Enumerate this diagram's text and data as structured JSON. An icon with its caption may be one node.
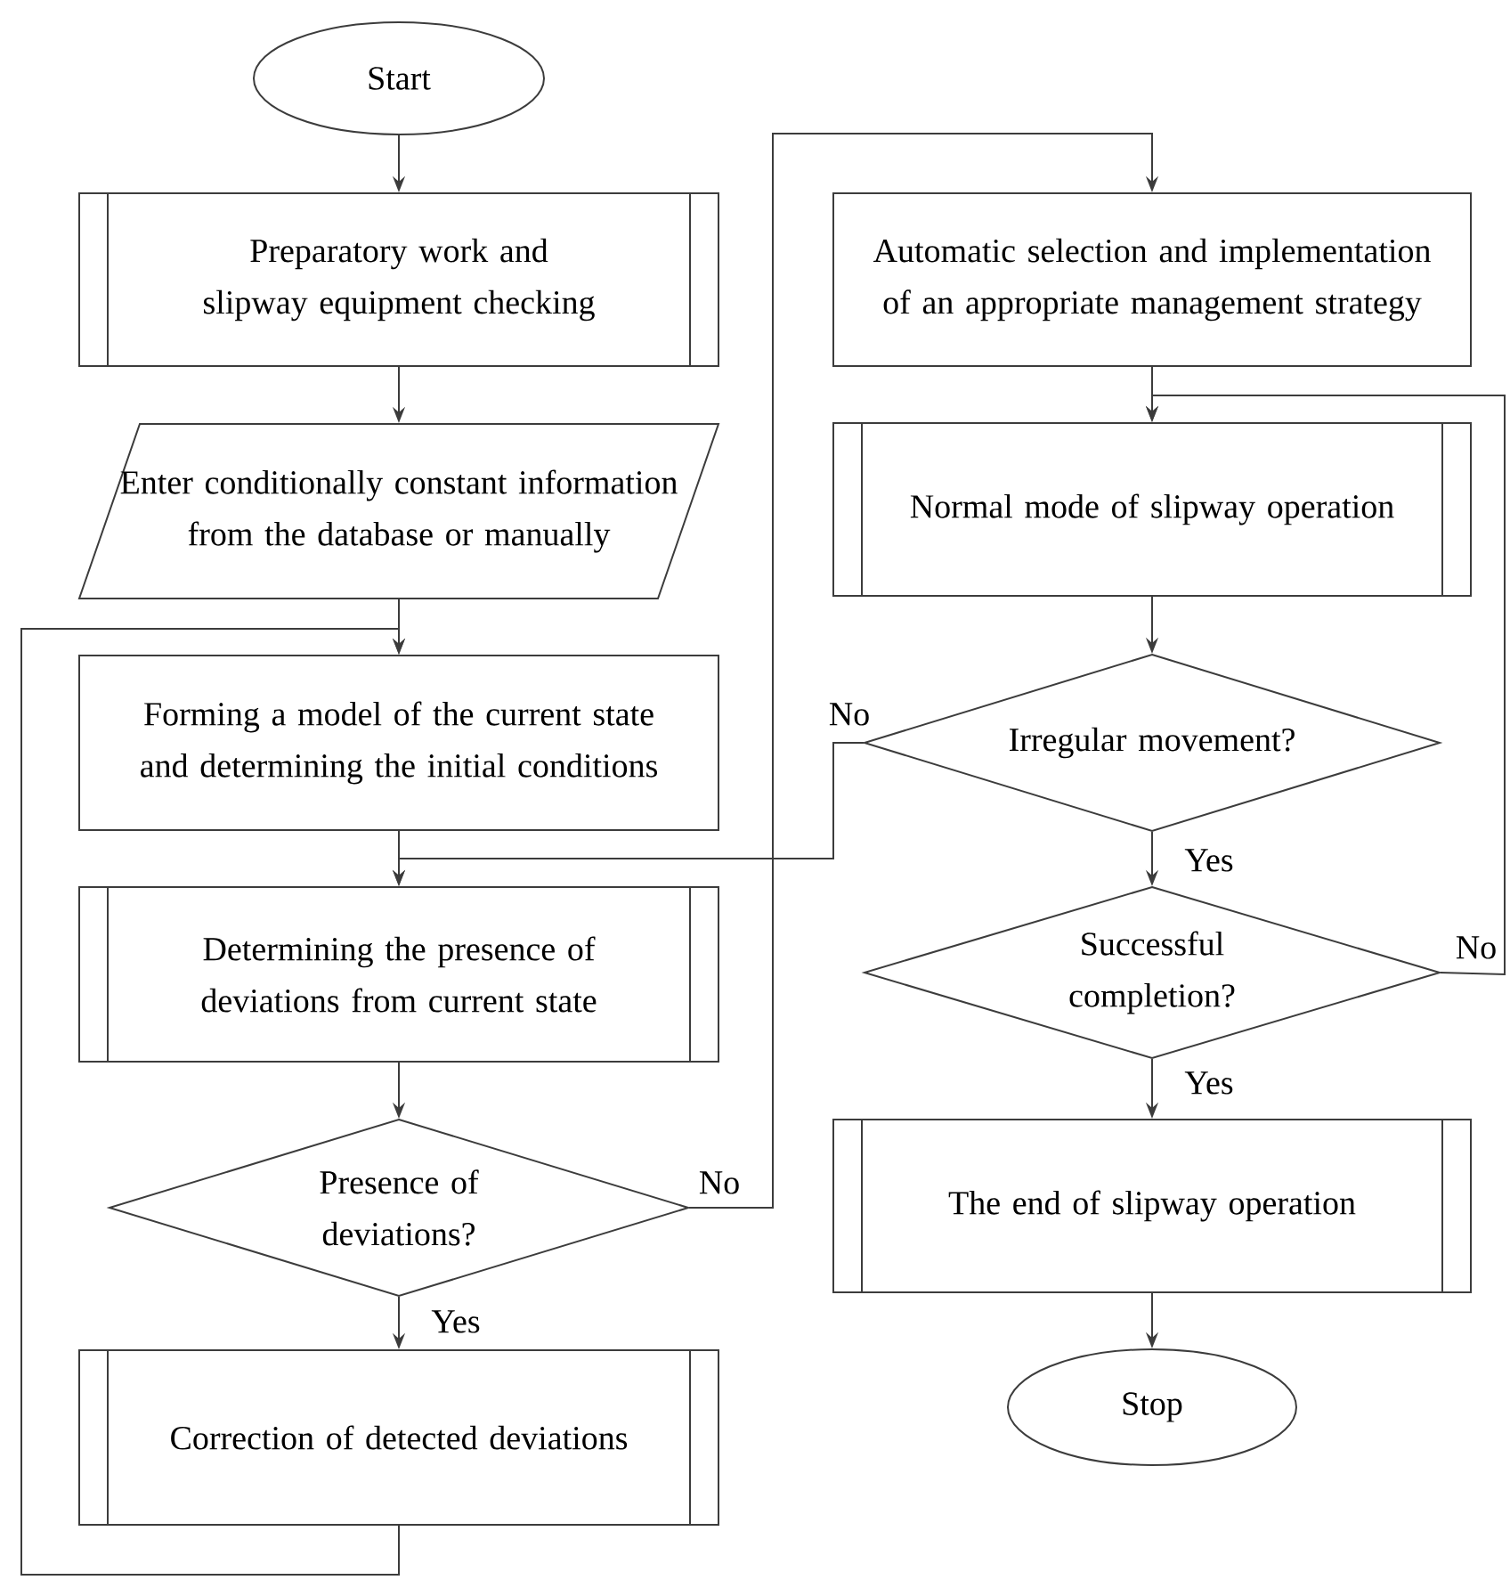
{
  "diagram": {
    "nodes": [
      {
        "text": [
          "Start"
        ]
      },
      {
        "text": [
          "Preparatory work and slipway equipment checking"
        ]
      },
      {
        "text": [
          "Enter conditionally constant information from the database or manually"
        ]
      },
      {
        "text": [
          "Forming a model of the current state and determining the initial conditions"
        ]
      },
      {
        "text": [
          "Determining the presence of deviations from current state"
        ]
      },
      {
        "text": [
          "Presence of deviations?"
        ]
      },
      {
        "text": [
          "Correction of detected deviations"
        ]
      },
      {
        "text": [
          "Automatic selection and implementation of an appropriate management strategy"
        ]
      },
      {
        "text": [
          "Normal mode of slipway operation"
        ]
      },
      {
        "text": [
          "Irregular movement?"
        ]
      },
      {
        "text": [
          "Successful completion?"
        ]
      },
      {
        "text": [
          "The end of slipway operation"
        ]
      },
      {
        "text": [
          "Stop"
        ]
      }
    ],
    "edges": [
      {
        "from": 0,
        "to": 1,
        "arrow": "to"
      },
      {
        "from": 1,
        "to": 2,
        "arrow": "to"
      },
      {
        "from": 2,
        "to": 3,
        "arrow": "to"
      },
      {
        "from": 3,
        "to": 4,
        "arrow": "to"
      },
      {
        "from": 4,
        "to": 5,
        "arrow": "to"
      },
      {
        "from": 5,
        "to": 6,
        "arrow": "to",
        "label": "Yes"
      },
      {
        "from": 5,
        "to": 7,
        "arrow": "to",
        "label": "No"
      },
      {
        "from": 6,
        "to": 3,
        "arrow": "to"
      },
      {
        "from": 7,
        "to": 8,
        "arrow": "to"
      },
      {
        "from": 8,
        "to": 9,
        "arrow": "to"
      },
      {
        "from": 9,
        "to": 4,
        "arrow": "to",
        "label": "No"
      },
      {
        "from": 9,
        "to": 10,
        "arrow": "to",
        "label": "Yes"
      },
      {
        "from": 10,
        "to": 8,
        "arrow": "to",
        "label": "No"
      },
      {
        "from": 10,
        "to": 11,
        "arrow": "to",
        "label": "Yes"
      },
      {
        "from": 11,
        "to": 12,
        "arrow": "to"
      }
    ]
  }
}
